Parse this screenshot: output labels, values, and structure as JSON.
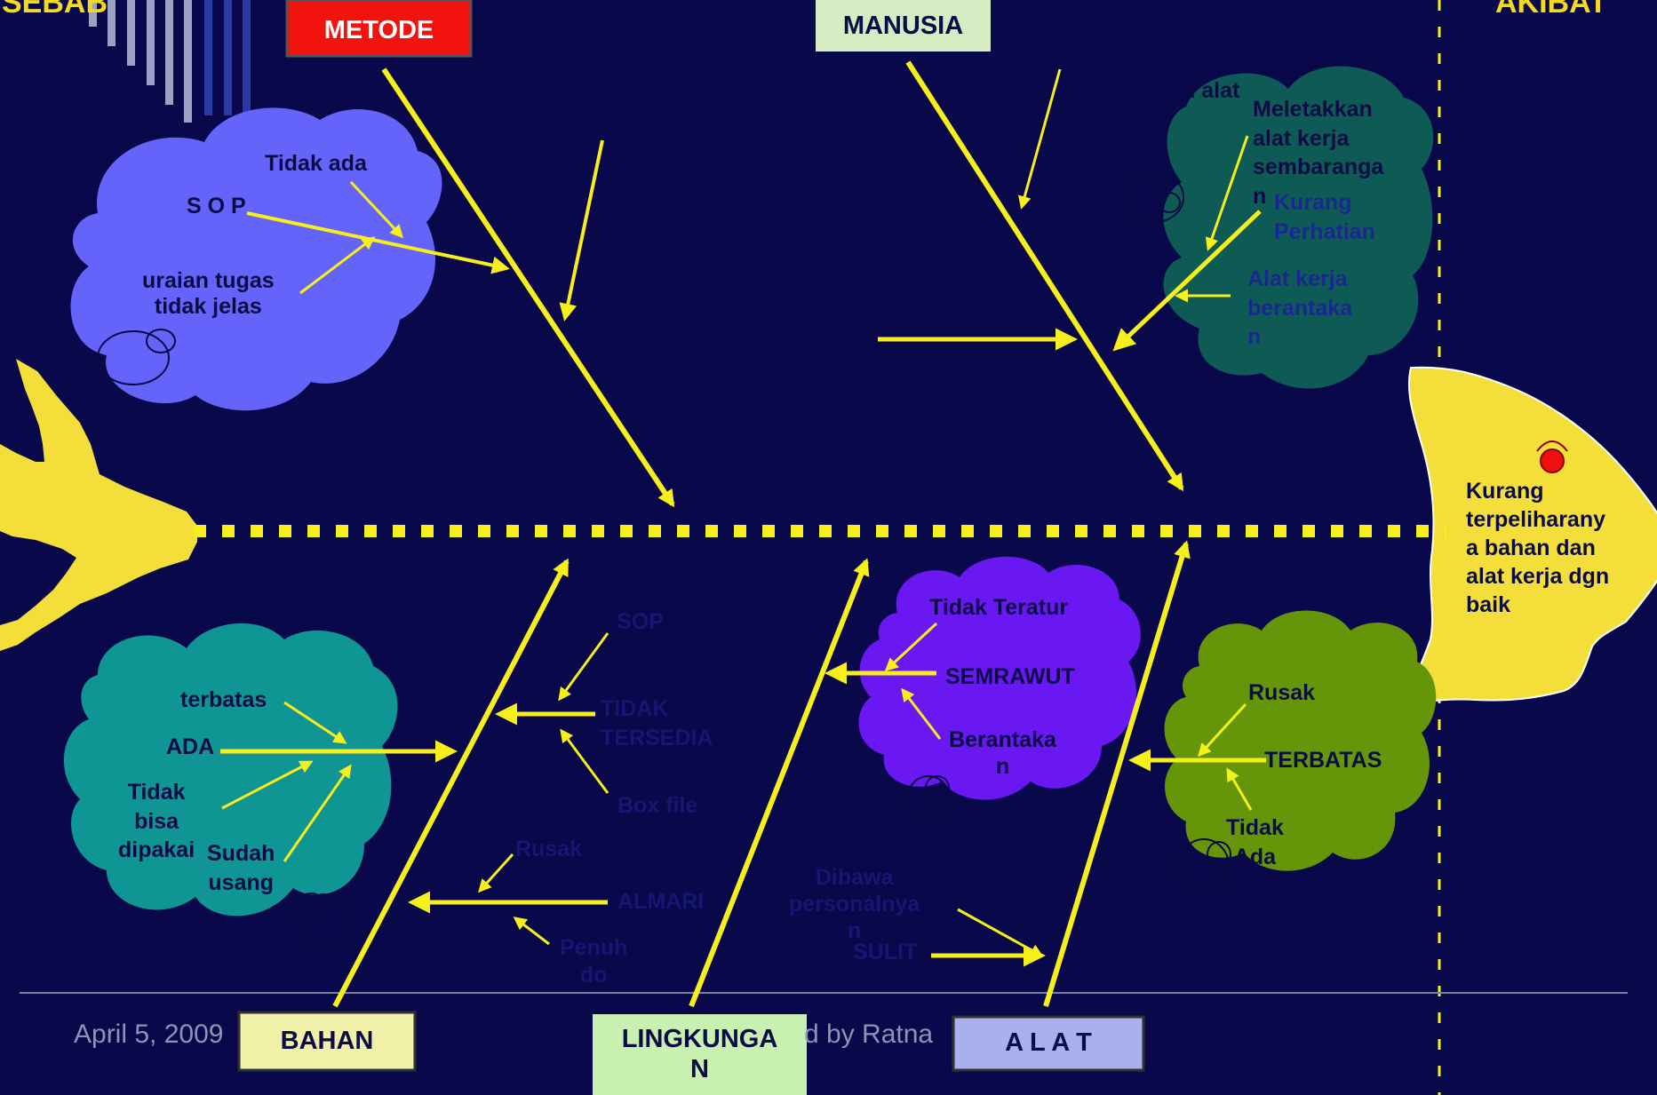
{
  "corner_left": "SEBAB",
  "corner_right": "AKIBAT",
  "categories": {
    "metode": "METODE",
    "manusia": "MANUSIA",
    "bahan": "BAHAN",
    "lingkungan": "LINGKUNGA\nN",
    "alat": "A L A T"
  },
  "effect": "Kurang\nterpeliharany\na bahan dan\nalat kerja dgn\nbaik",
  "metode_causes": {
    "tidak_ada": "Tidak ada",
    "sop": "S O P",
    "uraian": "uraian tugas\ntidak jelas"
  },
  "manusia_causes": {
    "alat_top": "n alat",
    "meletakkan": "Meletakkan\nalat kerja\nsembaranga\nn",
    "kurang": "Kurang\nPerhatian",
    "alat_berantakan": "Alat kerja\nberantaka\nn"
  },
  "bahan_causes": {
    "terbatas": "terbatas",
    "ada": "ADA",
    "tidak_bisa": "Tidak\nbisa\ndipakai",
    "sudah_usang": "Sudah\nusang"
  },
  "bahan_hidden": {
    "sop": "SOP",
    "tidak_tersedia": "TIDAK\nTERSEDIA",
    "box_file": "Box file",
    "rusak": "Rusak",
    "almari": "ALMARI",
    "penuh": "Penuh\ndo"
  },
  "lingkungan_causes": {
    "tidak_teratur": "Tidak Teratur",
    "semrawut": "SEMRAWUT",
    "berantakan": "Berantaka\nn"
  },
  "lingkungan_hidden": {
    "dibawa": "Dibawa\npersonalnya\nn",
    "sulit": "SULIT"
  },
  "alat_causes": {
    "rusak": "Rusak",
    "terbatas": "TERBATAS",
    "tidak_ada": "Tidak\nAda"
  },
  "footer": {
    "date": "April 5, 2009",
    "by": "d by Ratna"
  },
  "colors": {
    "background": "#08084a",
    "arrow": "#f7ef1a",
    "fish": "#f4de3a",
    "cloud_metode": "#6464fa",
    "cloud_manusia": "#0e5b55",
    "cloud_bahan": "#109595",
    "cloud_lingkungan": "#6a18f2",
    "cloud_alat": "#65960a",
    "metode_box": "#f2120e",
    "manusia_box": "#d5ebc1",
    "bahan_box": "#f1f0a8",
    "lingkungan_box": "#c8f0b0",
    "alat_box": "#a8b0ee"
  }
}
